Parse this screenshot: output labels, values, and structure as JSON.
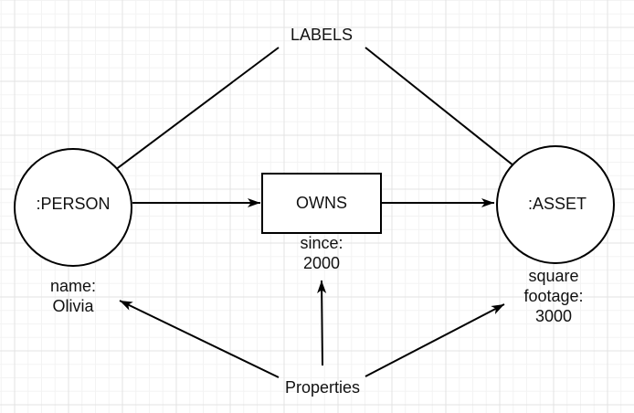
{
  "canvas": {
    "background_color": "#ffffff",
    "grid_minor_color": "#f3f3f3",
    "grid_major_color": "#e3e3e3",
    "stroke_color": "#000000",
    "text_color": "#111111"
  },
  "diagram": {
    "labels_title": "LABELS",
    "properties_title": "Properties",
    "nodes": {
      "person": {
        "label": ":PERSON"
      },
      "owns": {
        "label": "OWNS"
      },
      "asset": {
        "label": ":ASSET"
      }
    },
    "properties": {
      "person": {
        "line1": "name:",
        "line2": "Olivia"
      },
      "owns": {
        "line1": "since:",
        "line2": "2000"
      },
      "asset": {
        "line1": "square",
        "line2": "footage:",
        "line3": "3000"
      }
    }
  }
}
